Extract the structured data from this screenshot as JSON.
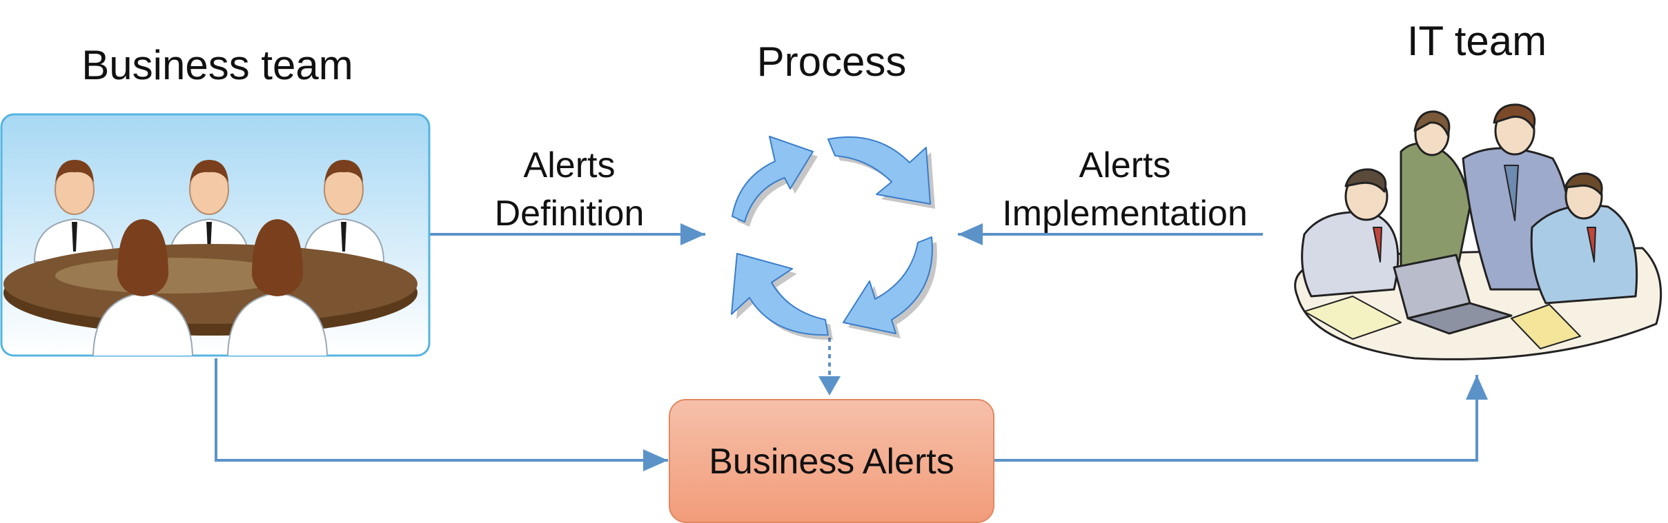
{
  "titles": {
    "business_team": "Business team",
    "process": "Process",
    "it_team": "IT team"
  },
  "edges": {
    "alerts_definition": [
      "Alerts",
      "Definition"
    ],
    "alerts_implementation": [
      "Alerts",
      "Implementation"
    ]
  },
  "output_box": {
    "label": "Business Alerts"
  },
  "colors": {
    "connector": "#5b93c9",
    "cycle_arrow": "#8fc3f2",
    "alerts_box_top": "#f6c0aa",
    "alerts_box_bottom": "#f29c79",
    "meeting_bg_top": "#a7d8f4",
    "meeting_bg_bottom": "#ffffff"
  }
}
